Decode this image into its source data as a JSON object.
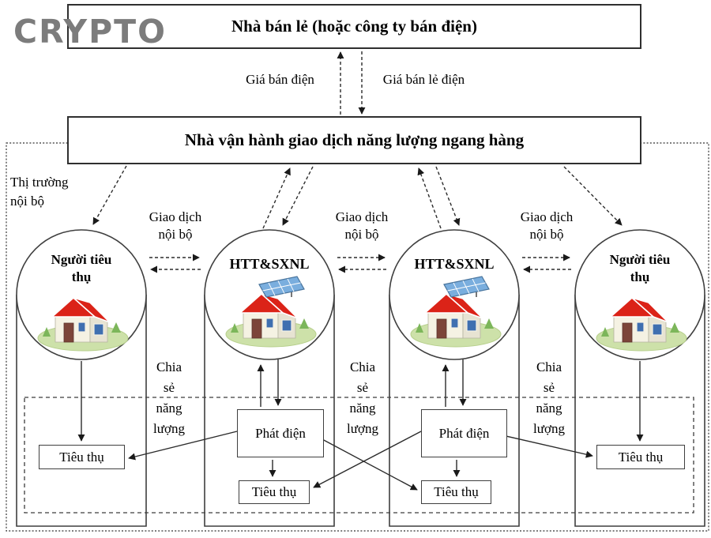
{
  "logo": "CRYPTO",
  "retailer_box": {
    "label": "Nhà bán lẻ (hoặc công ty bán điện)"
  },
  "operator_box": {
    "label": "Nhà vận hành giao dịch năng lượng ngang hàng"
  },
  "price_labels": {
    "sell": "Giá bán điện",
    "retail": "Giá bán lẻ điện"
  },
  "market_label": "Thị trường\nnội bộ",
  "trade_labels": [
    "Giao dịch\nnội bộ",
    "Giao dịch\nnội bộ",
    "Giao dịch\nnội bộ"
  ],
  "share_labels": [
    "Chia\nsẻ\nnăng\nlượng",
    "Chia\nsẻ\nnăng\nlượng",
    "Chia\nsẻ\nnăng\nlượng"
  ],
  "participants": [
    {
      "role": "consumer",
      "name": "Người tiêu\nthụ",
      "icon": "house-icon",
      "boxes": {
        "consume": "Tiêu thụ"
      }
    },
    {
      "role": "prosumer",
      "name": "HTT&SXNL",
      "icon": "solar-house-icon",
      "boxes": {
        "generate": "Phát điện",
        "consume": "Tiêu thụ"
      }
    },
    {
      "role": "prosumer",
      "name": "HTT&SXNL",
      "icon": "solar-house-icon",
      "boxes": {
        "generate": "Phát điện",
        "consume": "Tiêu thụ"
      }
    },
    {
      "role": "consumer",
      "name": "Người tiêu\nthụ",
      "icon": "house-icon",
      "boxes": {
        "consume": "Tiêu thụ"
      }
    }
  ],
  "colors": {
    "logo_gray": "#7c7c7c",
    "line": "#2b2b2b",
    "roof": "#db2318",
    "wall_front": "#f5f2e3",
    "wall_side": "#e7e3d2",
    "door": "#7c4539",
    "window": "#3f6fb0",
    "grass": "#cde1a9",
    "grass_edge": "#b7cf8c",
    "tree": "#7cb65a",
    "panel": "#7aaede",
    "panel_edge": "#49749c"
  }
}
